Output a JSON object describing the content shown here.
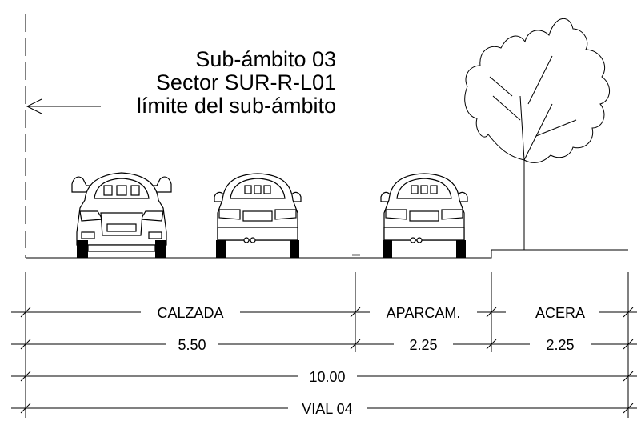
{
  "note": {
    "line1": "Sub-ámbito 03",
    "line2": "Sector SUR-R-L01",
    "line3": "límite del sub-ámbito"
  },
  "dimensions": {
    "row1": {
      "calzada": "CALZADA",
      "aparcam": "APARCAM.",
      "acera": "ACERA"
    },
    "row2": {
      "calzada": "5.50",
      "aparcam": "2.25",
      "acera": "2.25"
    },
    "row3": {
      "total": "10.00"
    },
    "row4": {
      "name": "VIAL 04"
    }
  },
  "elements": {
    "cars": [
      "front-view",
      "rear-view",
      "rear-view"
    ],
    "tree": "tree-icon"
  }
}
